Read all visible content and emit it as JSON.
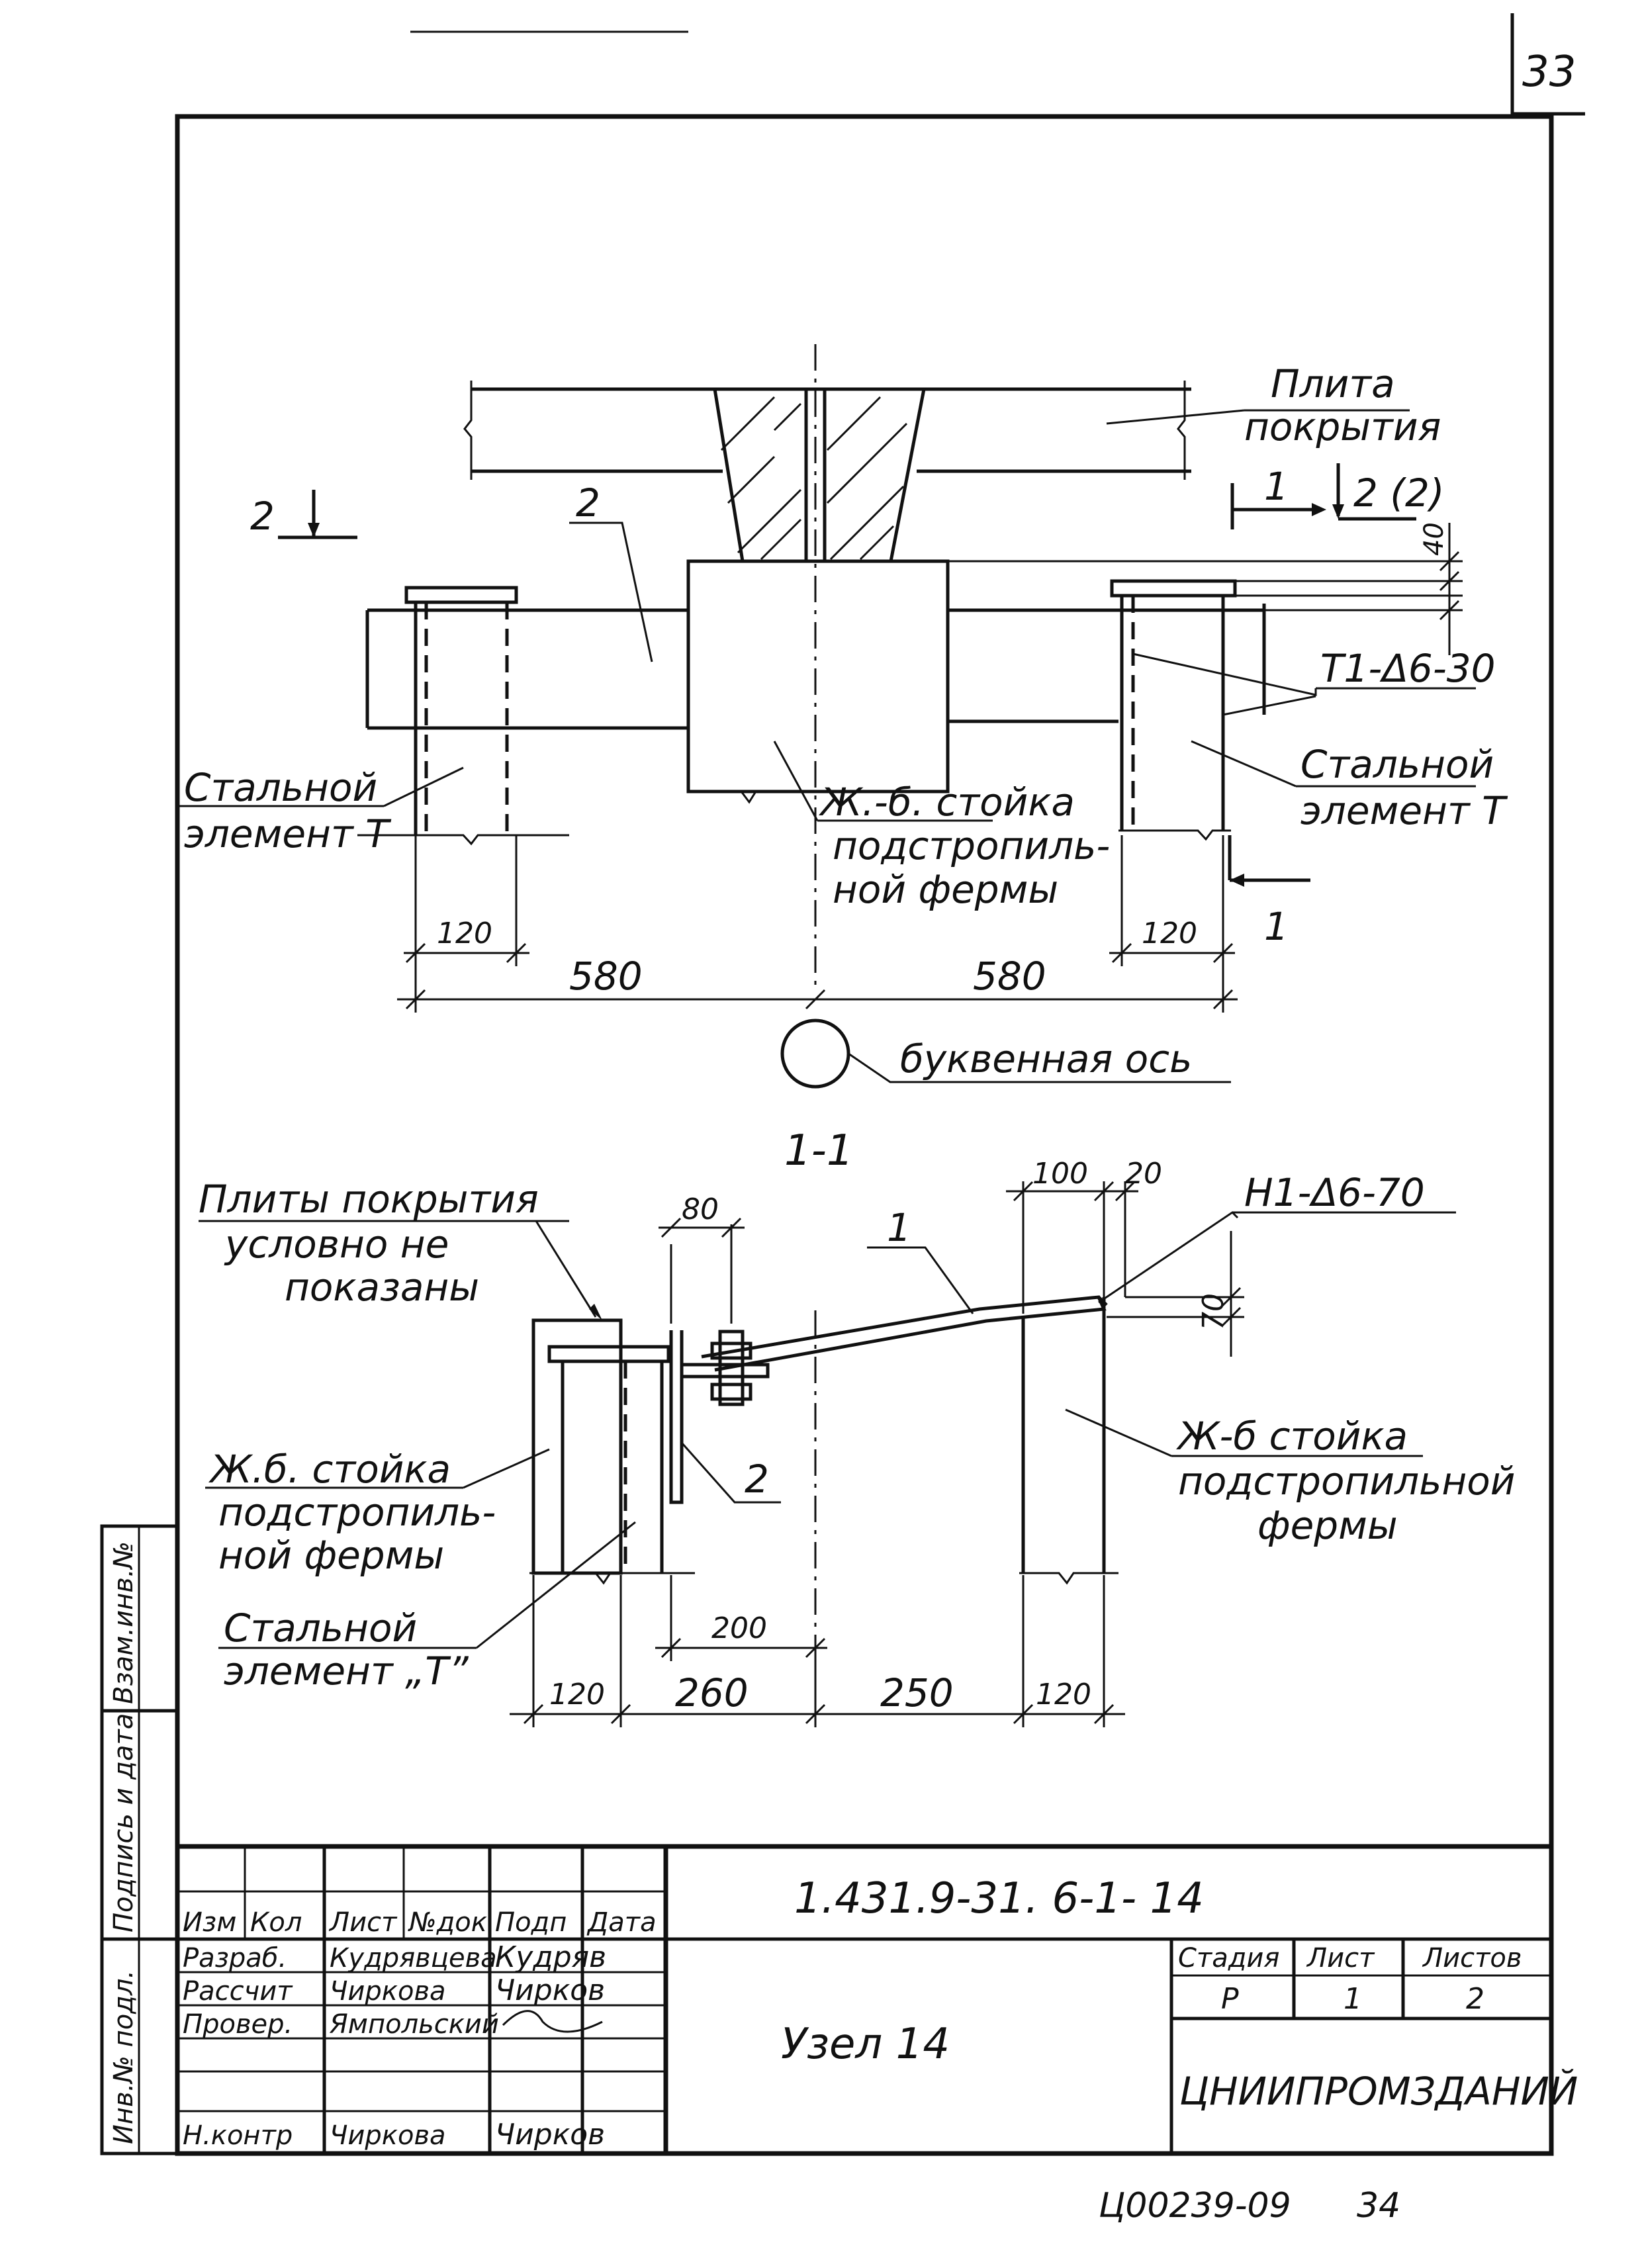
{
  "sheet_number": "33",
  "node1": {
    "label_plate": [
      "Плита",
      "покрытия"
    ],
    "label_steel_left": [
      "Стальной",
      "элемент Т"
    ],
    "label_steel_right": [
      "Стальной",
      "элемент Т"
    ],
    "label_post": [
      "Ж.-б. стойка",
      "подстропиль-",
      "ной фермы"
    ],
    "label_axis": "буквенная ось",
    "mark_2_left": "2",
    "mark_2_center": "2",
    "mark_1_top": "1",
    "mark_1_bottom": "1",
    "mark_2_2": "2 (2)",
    "weld": "Т1-Δ6-30",
    "dim_40": "40",
    "dim_120_left": "120",
    "dim_120_right": "120",
    "dim_580_left": "580",
    "dim_580_right": "580"
  },
  "section11": {
    "title": "1-1",
    "label_plates": [
      "Плиты покрытия",
      "условно не",
      "показаны"
    ],
    "label_post_left": [
      "Ж.б. стойка",
      "подстропиль-",
      "ной фермы"
    ],
    "label_steel": [
      "Стальной",
      "элемент „Т”"
    ],
    "label_post_right": [
      "Ж-б стойка",
      "подстропильной",
      "фермы"
    ],
    "mark_1": "1",
    "mark_2": "2",
    "weld": "Н1-Δ6-70",
    "dim_80": "80",
    "dim_100": "100",
    "dim_20": "20",
    "dim_70": "70",
    "dim_200": "200",
    "dim_120_left": "120",
    "dim_260": "260",
    "dim_250": "250",
    "dim_120_right": "120"
  },
  "side_stamp": [
    "Инв.№ подл.",
    "Подпись и дата",
    "Взам.инв.№"
  ],
  "title_block": {
    "code": "1.431.9-31. 6-1- 14",
    "headers": [
      "Изм",
      "Кол",
      "Лист",
      "№док",
      "Подп",
      "Дата"
    ],
    "rows": [
      {
        "role": "Разраб.",
        "name": "Кудрявцева",
        "sign": "Кудряв"
      },
      {
        "role": "Рассчит",
        "name": "Чиркова",
        "sign": "Чирков"
      },
      {
        "role": "Провер.",
        "name": "Ямпольский",
        "sign": ""
      },
      {
        "role": "Н.контр",
        "name": "Чиркова",
        "sign": "Чирков"
      }
    ],
    "drawing_name": "Узел 14",
    "stage_header": "Стадия",
    "sheet_header": "Лист",
    "sheets_header": "Листов",
    "stage": "Р",
    "sheet": "1",
    "sheets": "2",
    "org": "ЦНИИПРОМЗДАНИЙ"
  },
  "footer_note": "Ц00239-09",
  "footer_page": "34"
}
